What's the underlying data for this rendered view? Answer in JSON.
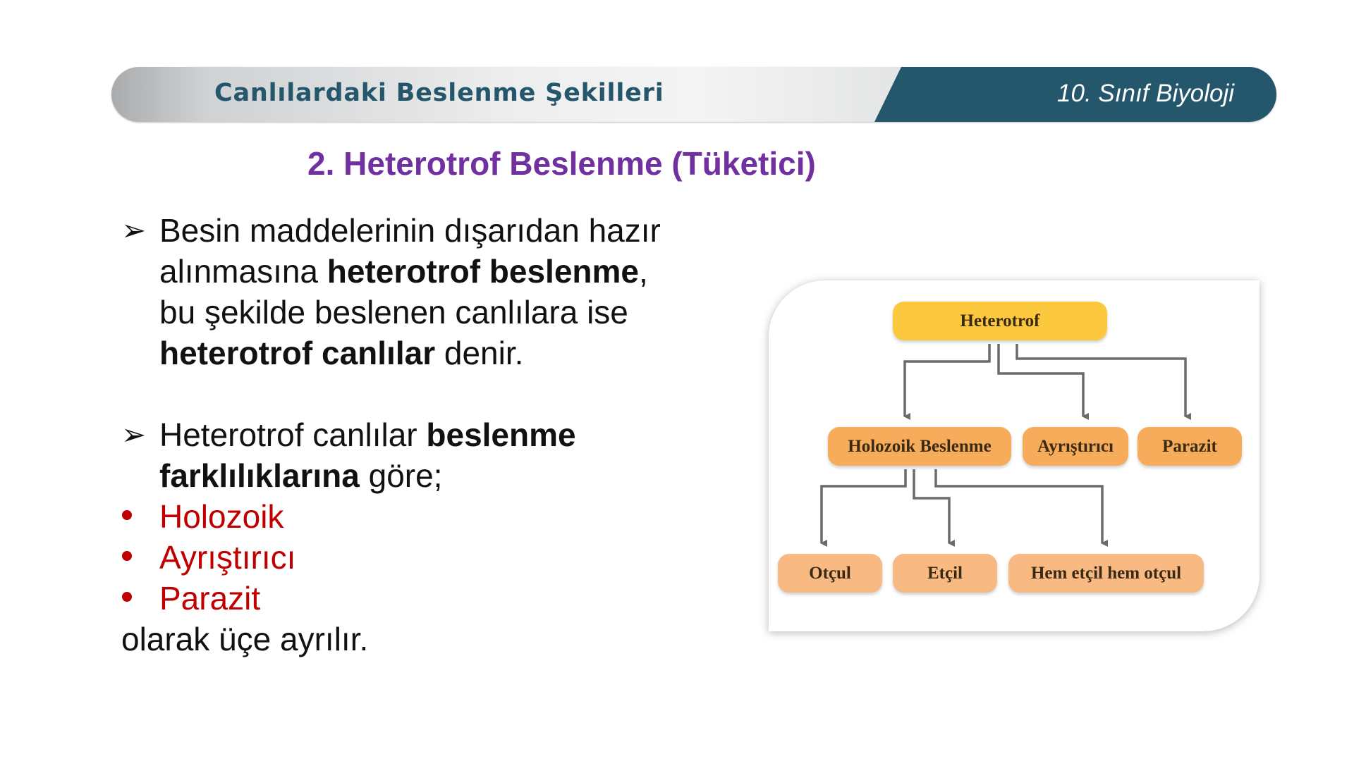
{
  "header": {
    "title": "Canlılardaki Beslenme Şekilleri",
    "subject": "10. Sınıf Biyoloji"
  },
  "section_title": "2. Heterotrof Beslenme (Tüketici)",
  "paragraph1": {
    "line1": "Besin maddelerinin dışarıdan hazır",
    "line2_pre": "alınmasına ",
    "line2_bold": "heterotrof beslenme",
    "line2_post": ",",
    "line3": "bu şekilde beslenen canlılara ise",
    "line4_bold": "heterotrof canlılar",
    "line4_post": " denir."
  },
  "paragraph2": {
    "line1_pre": "Heterotrof canlılar ",
    "line1_bold": "beslenme",
    "line2_bold": "farklılıklarına",
    "line2_post": " göre;"
  },
  "bullets": [
    "Holozoik",
    "Ayrıştırıcı",
    "Parazit"
  ],
  "closing": "olarak üçe ayrılır.",
  "diagram": {
    "root": "Heterotrof",
    "level2": [
      "Holozoik Beslenme",
      "Ayrıştırıcı",
      "Parazit"
    ],
    "level3": [
      "Otçul",
      "Etçil",
      "Hem etçil hem otçul"
    ]
  },
  "colors": {
    "banner_dark": "#24576c",
    "title_purple": "#7030a0",
    "bullet_red": "#c00000",
    "node_yellow": "#fcc83e",
    "node_orange": "#f7ac5b",
    "node_peach": "#f8b983"
  }
}
